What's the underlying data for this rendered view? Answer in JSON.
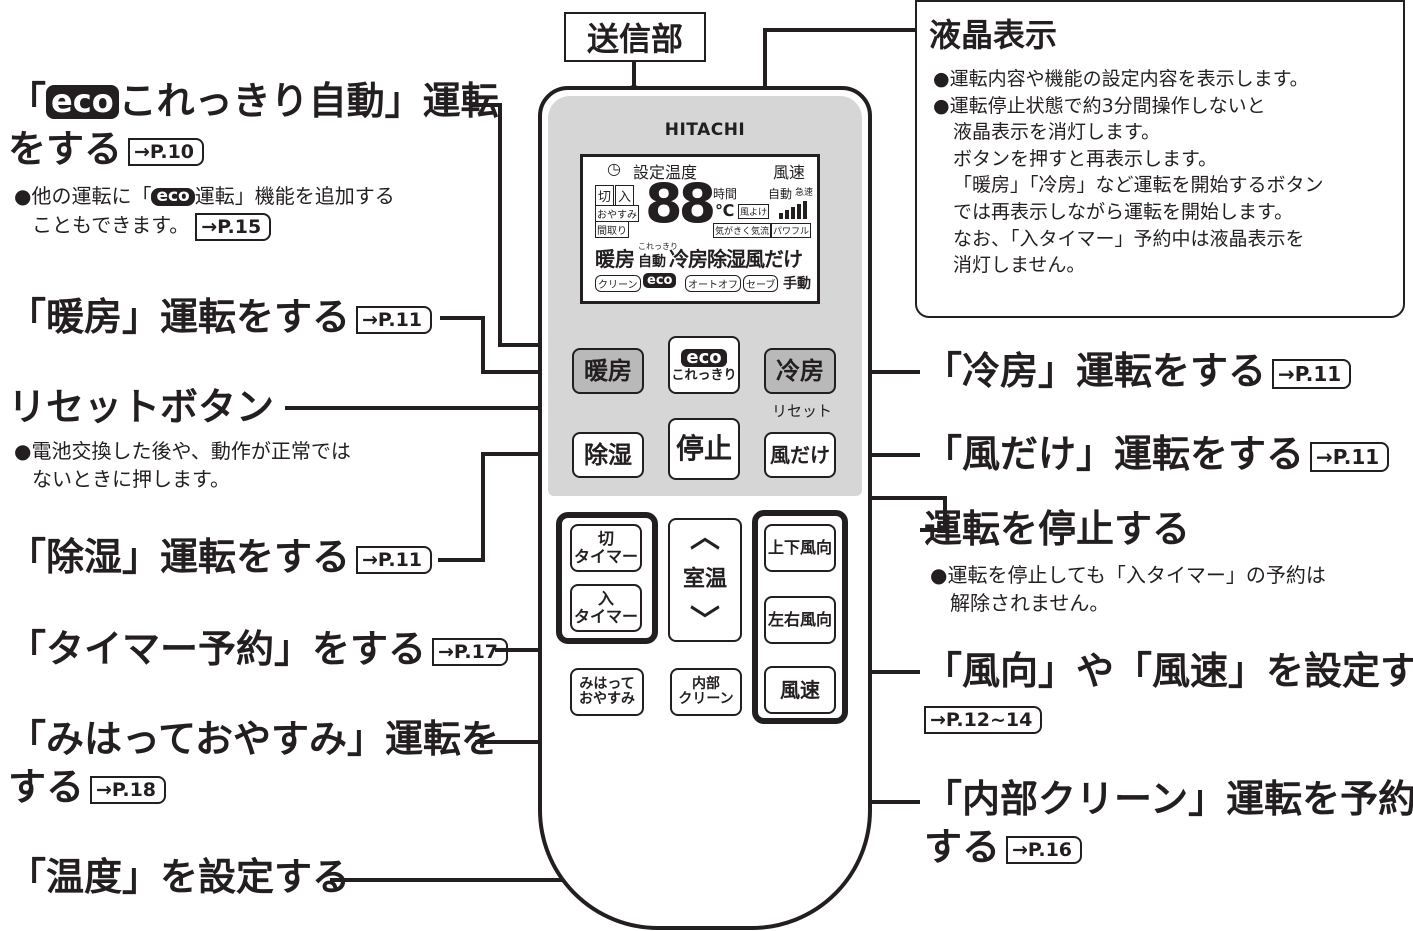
{
  "sender": {
    "label": "送信部"
  },
  "remote": {
    "brand": "HITACHI",
    "lcd": {
      "row1_clock": "◷",
      "row1_temp": "設定温度",
      "row1_fan": "風速",
      "kiri": "切",
      "iri": "入",
      "oyasumi": "おやすみ",
      "madori": "間取り",
      "digits": "88",
      "jikan": "時間",
      "celsius": "℃",
      "jidou": "自動",
      "kyuusoku": "急速",
      "kazeyoke": "風よけ",
      "kigakiku": "気がきく気流",
      "powerful": "パワフル",
      "modes_left": "暖房",
      "modes_korekkiri": "これっきり",
      "modes_auto": "自動",
      "modes_right": "冷房除湿風だけ",
      "clean": "クリーン",
      "eco": "eco",
      "autooff": "オートオフ",
      "safe": "セーブ",
      "manual": "手動"
    },
    "buttons": {
      "danbou": "暖房",
      "eco": "eco",
      "korekkiri": "これっきり",
      "reibou": "冷房",
      "reset": "リセット",
      "joshitsu": "除湿",
      "teishi": "停止",
      "kazedake": "風だけ",
      "kiri_top": "切",
      "kiri_bottom": "タイマー",
      "iri_top": "入",
      "iri_bottom": "タイマー",
      "up": "︿",
      "shitsuon": "室温",
      "down": "﹀",
      "jouge": "上下風向",
      "sayuu": "左右風向",
      "fuusoku": "風速",
      "mihatte_top": "みはって",
      "mihatte_bottom": "おやすみ",
      "naibu_top": "内部",
      "naibu_bottom": "クリーン"
    }
  },
  "lcd_callout": {
    "title": "液晶表示",
    "lines": [
      "●運転内容や機能の設定内容を表示します。",
      "●運転停止状態で約3分間操作しないと",
      "液晶表示を消灯します。",
      "ボタンを押すと再表示します。",
      "「暖房」「冷房」など運転を開始するボタン",
      "では再表示しながら運転を開始します。",
      "なお、「入タイマー」予約中は液晶表示を",
      "消灯しません。"
    ]
  },
  "left": {
    "eco": {
      "open": "「",
      "eco": "eco",
      "rest": "これっきり自動」運転",
      "line2": "をする",
      "ref": "→P.10",
      "note1_pre": "●他の運転に「",
      "note1_eco": "eco",
      "note1_post": "運転」機能を追加する",
      "note2": "こともできます。",
      "note_ref": "→P.15"
    },
    "danbou": {
      "label": "「暖房」運転をする",
      "ref": "→P.11"
    },
    "reset": {
      "label": "リセットボタン",
      "note1": "●電池交換した後や、動作が正常では",
      "note2": "ないときに押します。"
    },
    "joshitsu": {
      "label": "「除湿」運転をする",
      "ref": "→P.11"
    },
    "timer": {
      "label": "「タイマー予約」をする",
      "ref": "→P.17"
    },
    "mihatte": {
      "label1": "「みはっておやすみ」運転を",
      "label2": "する",
      "ref": "→P.18"
    },
    "ondo": {
      "label": "「温度」を設定する"
    }
  },
  "right": {
    "reibou": {
      "label": "「冷房」運転をする",
      "ref": "→P.11"
    },
    "kazedake": {
      "label": "「風だけ」運転をする",
      "ref": "→P.11"
    },
    "teishi": {
      "label": "運転を停止する",
      "note1": "●運転を停止しても「入タイマー」の予約は",
      "note2": "解除されません。"
    },
    "fuukou": {
      "label": "「風向」や「風速」を設定する",
      "ref": "→P.12~14"
    },
    "naibu": {
      "label1": "「内部クリーン」運転を予約",
      "label2": "する",
      "ref": "→P.16"
    }
  }
}
